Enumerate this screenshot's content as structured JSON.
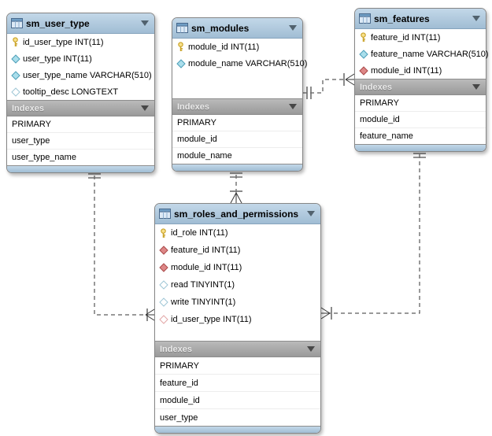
{
  "theme": {
    "table_header_color": "#a9c7df",
    "indexes_header_color": "#ababab",
    "connector_color": "#333333",
    "connector_mark_color": "#6e6e6e"
  },
  "icon_colors": {
    "key": {
      "fill": "#f7e08a",
      "stroke": "#c9a227"
    },
    "diamond_blue": {
      "fill": "#aadeeb",
      "stroke": "#4d9fb8"
    },
    "diamond_blue_outline": {
      "fill": "#ffffff",
      "stroke": "#9fc6d6"
    },
    "diamond_red": {
      "fill": "#dd8787",
      "stroke": "#aa4a4a"
    },
    "diamond_red_outline": {
      "fill": "#ffffff",
      "stroke": "#e2a6a6"
    }
  },
  "tables": [
    {
      "id": "sm_user_type",
      "title": "sm_user_type",
      "indexes_label": "Indexes",
      "columns": [
        {
          "icon": "key-icon",
          "label": "id_user_type INT(11)"
        },
        {
          "icon": "diamond-blue-icon",
          "label": "user_type INT(11)"
        },
        {
          "icon": "diamond-blue-icon",
          "label": "user_type_name VARCHAR(510)"
        },
        {
          "icon": "diamond-blue-outline-icon",
          "label": "tooltip_desc LONGTEXT"
        }
      ],
      "indexes": [
        "PRIMARY",
        "user_type",
        "user_type_name"
      ]
    },
    {
      "id": "sm_modules",
      "title": "sm_modules",
      "indexes_label": "Indexes",
      "columns": [
        {
          "icon": "key-icon",
          "label": "module_id INT(11)"
        },
        {
          "icon": "diamond-blue-icon",
          "label": "module_name VARCHAR(510)"
        }
      ],
      "indexes": [
        "PRIMARY",
        "module_id",
        "module_name"
      ]
    },
    {
      "id": "sm_features",
      "title": "sm_features",
      "indexes_label": "Indexes",
      "columns": [
        {
          "icon": "key-icon",
          "label": "feature_id INT(11)"
        },
        {
          "icon": "diamond-blue-icon",
          "label": "feature_name VARCHAR(510)"
        },
        {
          "icon": "diamond-red-icon",
          "label": "module_id INT(11)"
        }
      ],
      "indexes": [
        "PRIMARY",
        "module_id",
        "feature_name"
      ]
    },
    {
      "id": "sm_roles_and_permissions",
      "title": "sm_roles_and_permissions",
      "indexes_label": "Indexes",
      "columns": [
        {
          "icon": "key-icon",
          "label": "id_role INT(11)"
        },
        {
          "icon": "diamond-red-icon",
          "label": "feature_id INT(11)"
        },
        {
          "icon": "diamond-red-icon",
          "label": "module_id INT(11)"
        },
        {
          "icon": "diamond-blue-outline-icon",
          "label": "read TINYINT(1)"
        },
        {
          "icon": "diamond-blue-outline-icon",
          "label": "write TINYINT(1)"
        },
        {
          "icon": "diamond-red-outline-icon",
          "label": "id_user_type INT(11)"
        }
      ],
      "indexes": [
        "PRIMARY",
        "feature_id",
        "module_id",
        "user_type"
      ]
    }
  ],
  "relationships": [
    {
      "from": "sm_user_type",
      "to": "sm_roles_and_permissions",
      "from_cardinality": "one",
      "to_cardinality": "many"
    },
    {
      "from": "sm_modules",
      "to": "sm_roles_and_permissions",
      "from_cardinality": "one",
      "to_cardinality": "many"
    },
    {
      "from": "sm_features",
      "to": "sm_roles_and_permissions",
      "from_cardinality": "one",
      "to_cardinality": "many"
    },
    {
      "from": "sm_modules",
      "to": "sm_features",
      "from_cardinality": "one",
      "to_cardinality": "many"
    }
  ]
}
